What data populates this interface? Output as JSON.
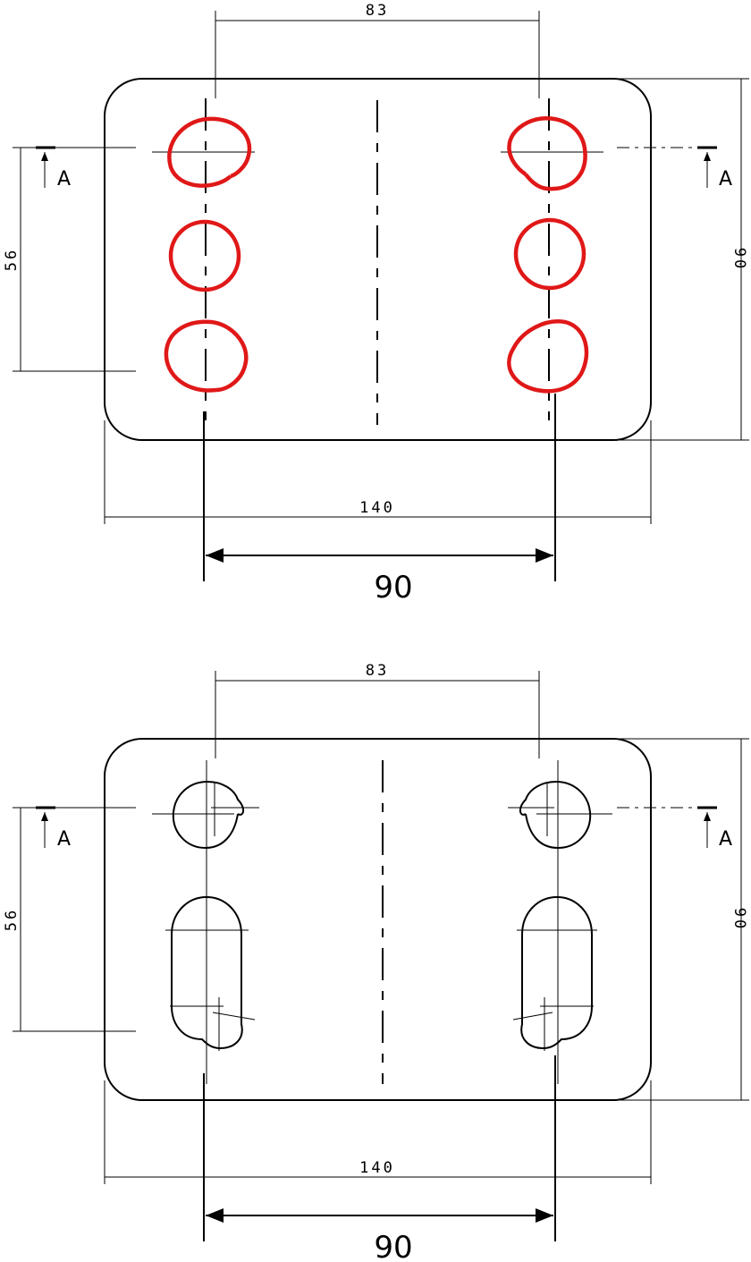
{
  "views": {
    "top": {
      "dim_pitch_top": "83",
      "dim_height_right": "90",
      "dim_height_left": "56",
      "dim_width_bottom": "140",
      "dim_added": "90",
      "section_left": "A",
      "section_right": "A",
      "holes": [
        "circle",
        "circle",
        "circle",
        "circle",
        "circle",
        "circle"
      ],
      "hole_color": "#e01818"
    },
    "bottom": {
      "dim_pitch_top": "83",
      "dim_height_right": "90",
      "dim_height_left": "56",
      "dim_width_bottom": "140",
      "dim_added": "90",
      "section_left": "A",
      "section_right": "A"
    }
  },
  "colors": {
    "line": "#000000",
    "highlight": "#e01818"
  }
}
